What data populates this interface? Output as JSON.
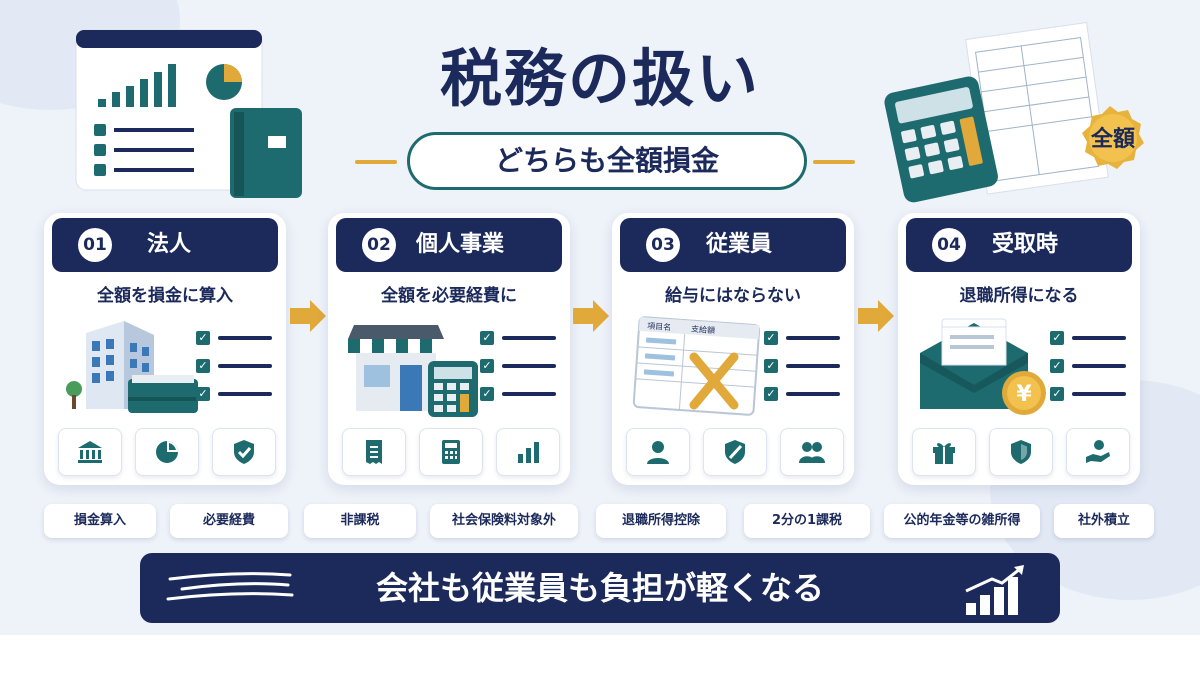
{
  "title": "税務の扱い",
  "subtitle": "どちらも全額損金",
  "badge": "全額",
  "colors": {
    "navy": "#1b2a5b",
    "teal": "#1d6b6e",
    "gold": "#e0a93a",
    "background": "#eef2f9"
  },
  "cards": [
    {
      "num": "01",
      "title": "法人",
      "desc": "全額を損金に算入",
      "illustration": "office-building-icon",
      "icons": [
        "bank-icon",
        "pie-chart-icon",
        "shield-check-icon"
      ]
    },
    {
      "num": "02",
      "title": "個人事業",
      "desc": "全額を必要経費に",
      "illustration": "shop-icon",
      "icons": [
        "receipt-icon",
        "calculator-icon",
        "bar-chart-icon"
      ]
    },
    {
      "num": "03",
      "title": "従業員",
      "desc": "給与にはならない",
      "illustration": "payslip-cross-icon",
      "icons": [
        "person-icon",
        "shield-slash-icon",
        "group-icon"
      ]
    },
    {
      "num": "04",
      "title": "受取時",
      "desc": "退職所得になる",
      "illustration": "envelope-yen-icon",
      "icons": [
        "gift-icon",
        "shield-icon",
        "hand-person-icon"
      ]
    }
  ],
  "tags": [
    "損金算入",
    "必要経費",
    "非課税",
    "社会保険料対象外",
    "退職所得控除",
    "2分の1課税",
    "公的年金等の雑所得",
    "社外積立"
  ],
  "payslip_labels": {
    "left": "項目名",
    "right": "支給額"
  },
  "banner": "会社も従業員も負担が軽くなる"
}
